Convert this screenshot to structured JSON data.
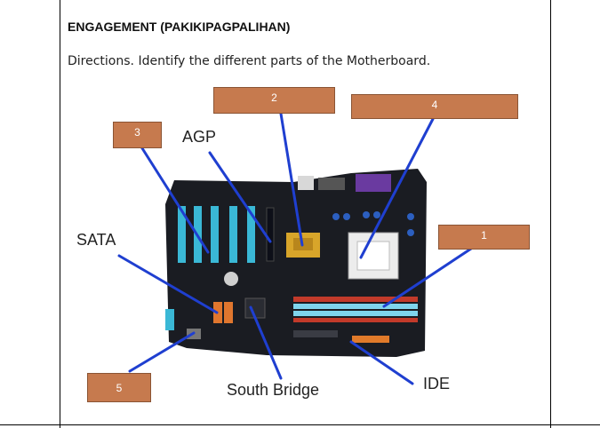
{
  "worksheet": {
    "heading": "ENGAGEMENT (PAKIKIPAGPALIHAN)",
    "directions": "Directions. Identify the different parts of the Motherboard."
  },
  "answer_boxes": [
    {
      "number": "1"
    },
    {
      "number": "2"
    },
    {
      "number": "3"
    },
    {
      "number": "4"
    },
    {
      "number": "5"
    }
  ],
  "part_labels": {
    "agp": "AGP",
    "sata": "SATA",
    "south_bridge": "South Bridge",
    "ide": "IDE"
  },
  "colors": {
    "answer_box": "#c67a4e",
    "pointer_line": "#1f3fd0",
    "board": "#1a1c22"
  }
}
